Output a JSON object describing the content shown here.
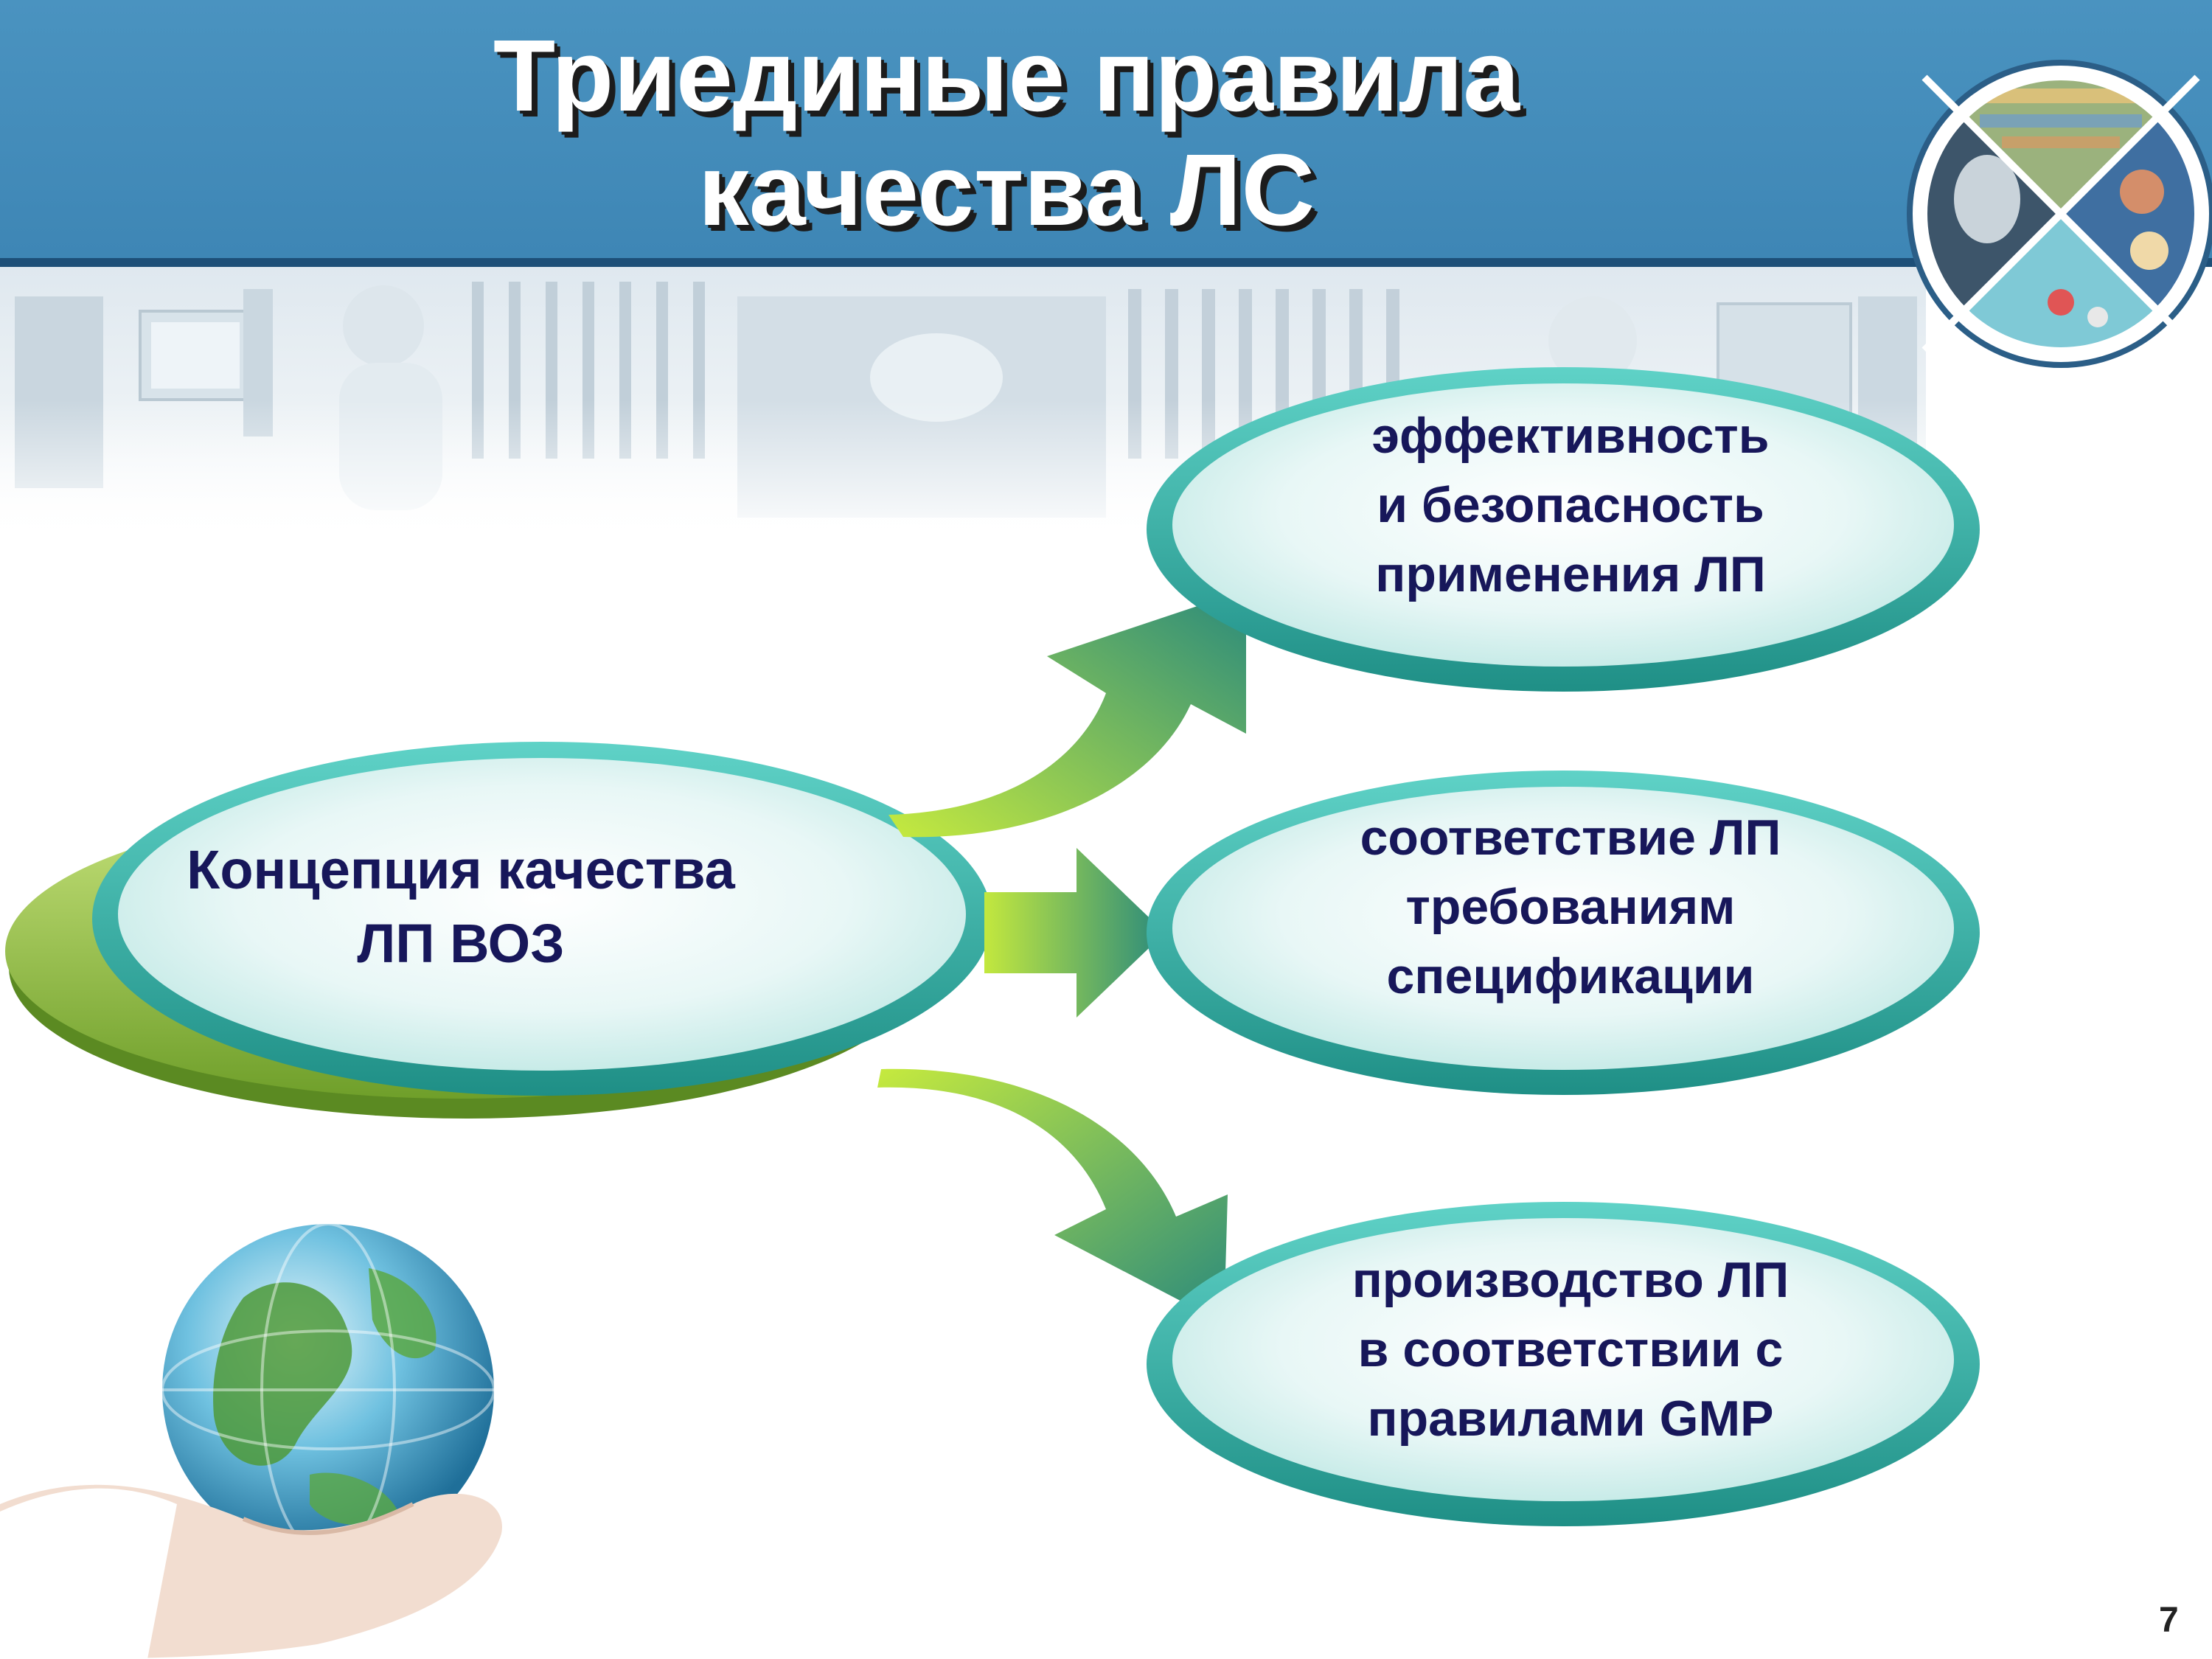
{
  "slide": {
    "title": "Триединые правила\nкачества ЛС",
    "page_number": "7"
  },
  "diagram": {
    "center": "Концепция качества\nЛП ВОЗ",
    "branches": [
      "эффективность\nи безопасность\nприменения ЛП",
      "соответствие ЛП\nтребованиям\nспецификации",
      "производство ЛП\nв соответствии с\nправилами GMP"
    ]
  },
  "colors": {
    "header": "#3e86b5",
    "header_border": "#1d4f78",
    "oval_teal": "#2cb3aa",
    "oval_fill": "#e6f7f6",
    "center_base_green": "#8cc63f",
    "arrow_green": "#a6d33a",
    "arrow_teal": "#25857b",
    "text": "#17175a"
  },
  "icons": [
    "pharmacy-photo-logo",
    "globe-in-hands-image",
    "laboratory-banner-image"
  ]
}
